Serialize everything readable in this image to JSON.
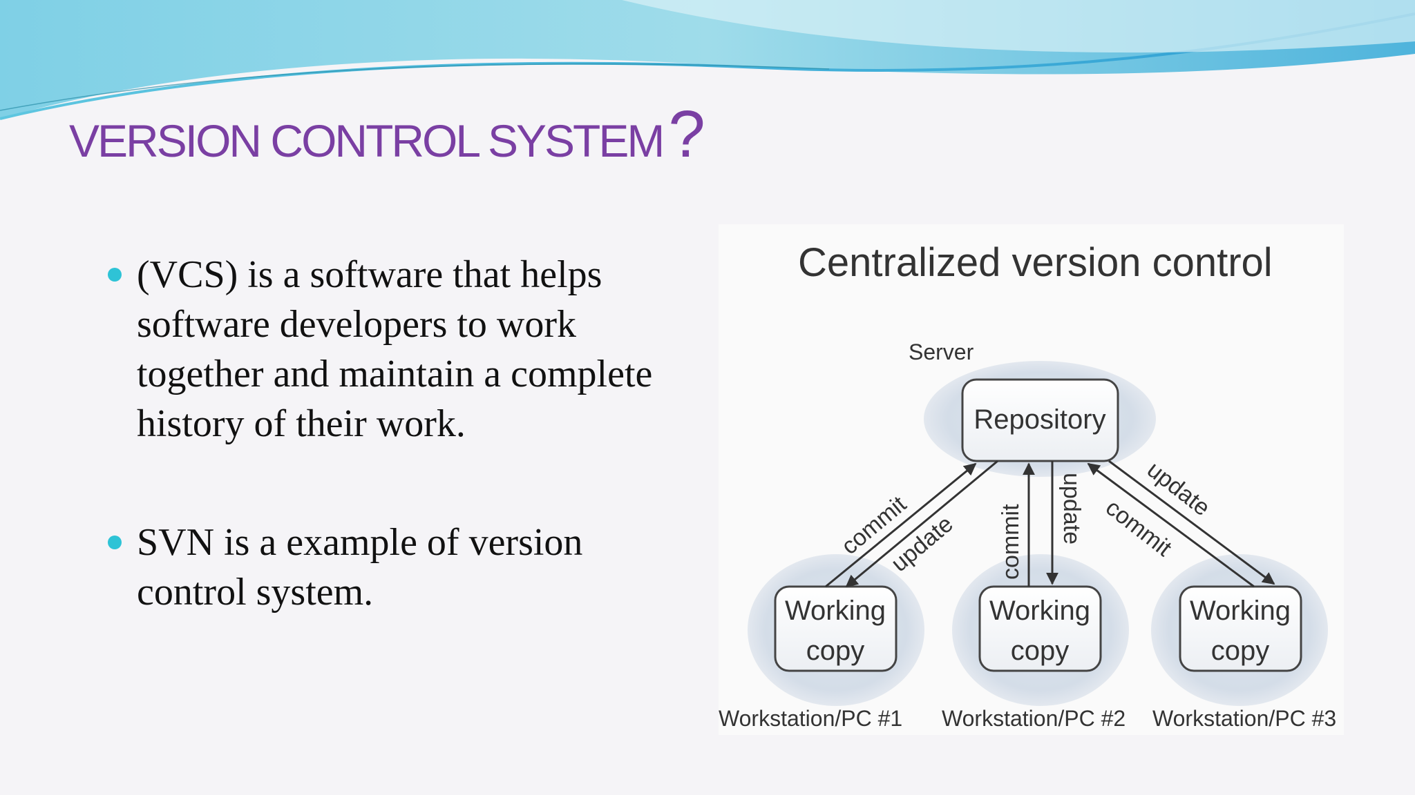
{
  "slide": {
    "title": "VERSION CONTROL SYSTEM",
    "title_mark": "?",
    "bullets": [
      " (VCS) is a software that helps software developers to work together and maintain a complete history of their work.",
      "SVN is a example of version control system."
    ]
  },
  "diagram": {
    "title": "Centralized version control",
    "server_label": "Server",
    "repository_label": "Repository",
    "working_copy_lines": [
      "Working",
      "copy"
    ],
    "workstations": [
      "Workstation/PC #1",
      "Workstation/PC #2",
      "Workstation/PC #3"
    ],
    "arrow_labels": {
      "commit": "commit",
      "update": "update"
    }
  },
  "colors": {
    "title": "#7a3fa3",
    "bullet_dot": "#2ec3d6",
    "wave_dark": "#4fb4dc",
    "wave_light": "#9fdcea"
  }
}
